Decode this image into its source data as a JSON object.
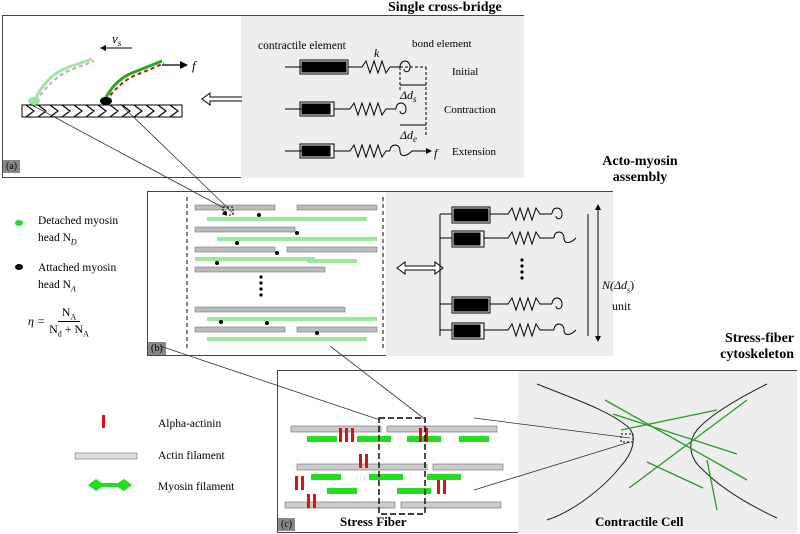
{
  "titles": {
    "single": "Single cross-bridge",
    "acto_1": "Acto-myosin",
    "acto_2": "assembly",
    "stress_1": "Stress-fiber",
    "stress_2": "cytoskeleton"
  },
  "panel_a": {
    "tag": "(a)",
    "vs": "v",
    "vs_sub": "s",
    "f": "f",
    "contractile": "contractile element",
    "k": "k",
    "bond": "bond element",
    "rows": [
      "Initial",
      "Contraction",
      "Extension"
    ],
    "dds": "Δd",
    "dds_sub": "s",
    "dde": "Δd",
    "dde_sub": "e",
    "f_ext": "f"
  },
  "panel_b": {
    "tag": "(b)",
    "n_unit_1": "N(Δd",
    "n_unit_sub": "s",
    "n_unit_2": ")",
    "n_unit_3": "unit"
  },
  "legend_left": {
    "detached_1": "Detached myosin",
    "detached_2": "head N",
    "detached_sub": "D",
    "attached_1": "Attached myosin",
    "attached_2": "head N",
    "attached_sub": "A",
    "eta": "η =",
    "eta_num": "N",
    "eta_num_sub": "A",
    "eta_den": "N",
    "eta_den_sub": "d",
    "eta_den_plus": " + N",
    "eta_den_sub2": "A"
  },
  "legend_bottom": {
    "alpha": "Alpha-actinin",
    "actin": "Actin filament",
    "myosin": "Myosin filament"
  },
  "panel_c": {
    "tag": "(c)",
    "stress_fiber": "Stress Fiber",
    "cell": "Contractile Cell"
  },
  "colors": {
    "green": "#22dd22",
    "dark_green": "#2a9a2a",
    "red": "#dd1111",
    "panel_gray": "#eeeeee"
  }
}
